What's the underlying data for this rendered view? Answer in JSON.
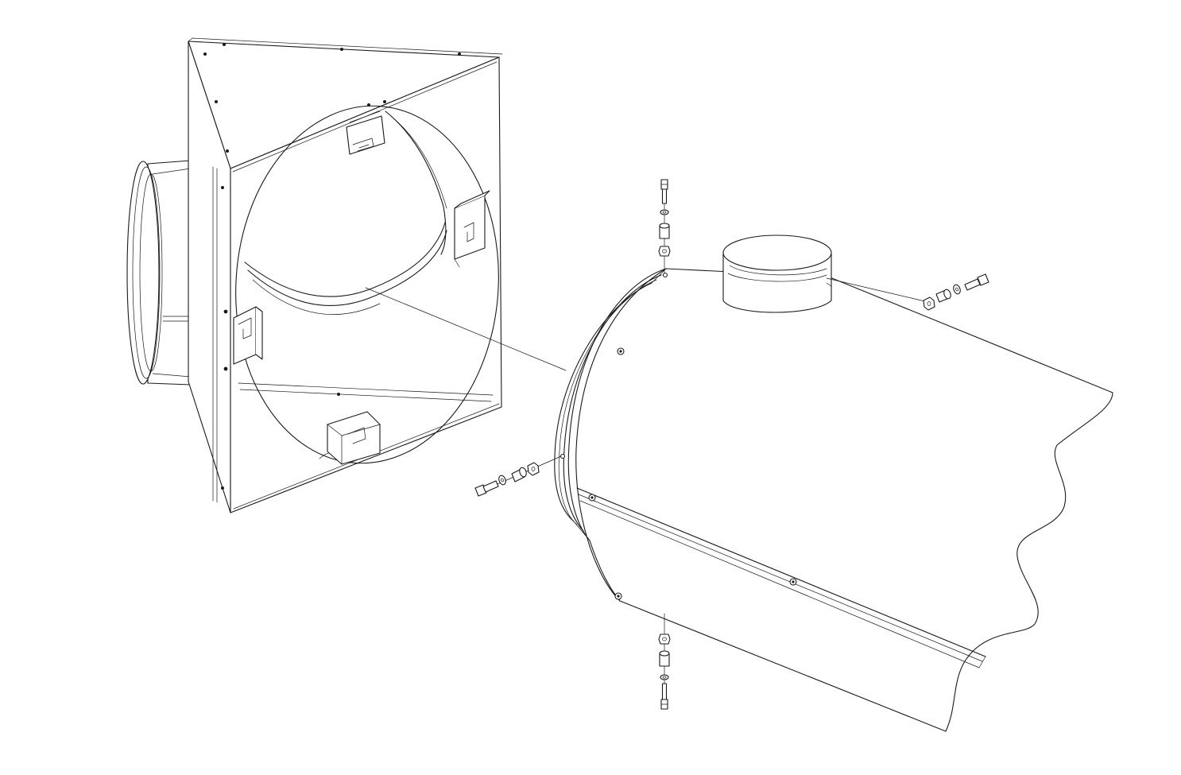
{
  "drawing": {
    "line_color": "#1a1a1a",
    "background": "#ffffff",
    "parts": [
      "inlet-plenum-box",
      "inline-duct-fan-housing",
      "spigot-collar",
      "hex-bolt",
      "washer",
      "rubber-spacer",
      "hex-nut"
    ]
  }
}
